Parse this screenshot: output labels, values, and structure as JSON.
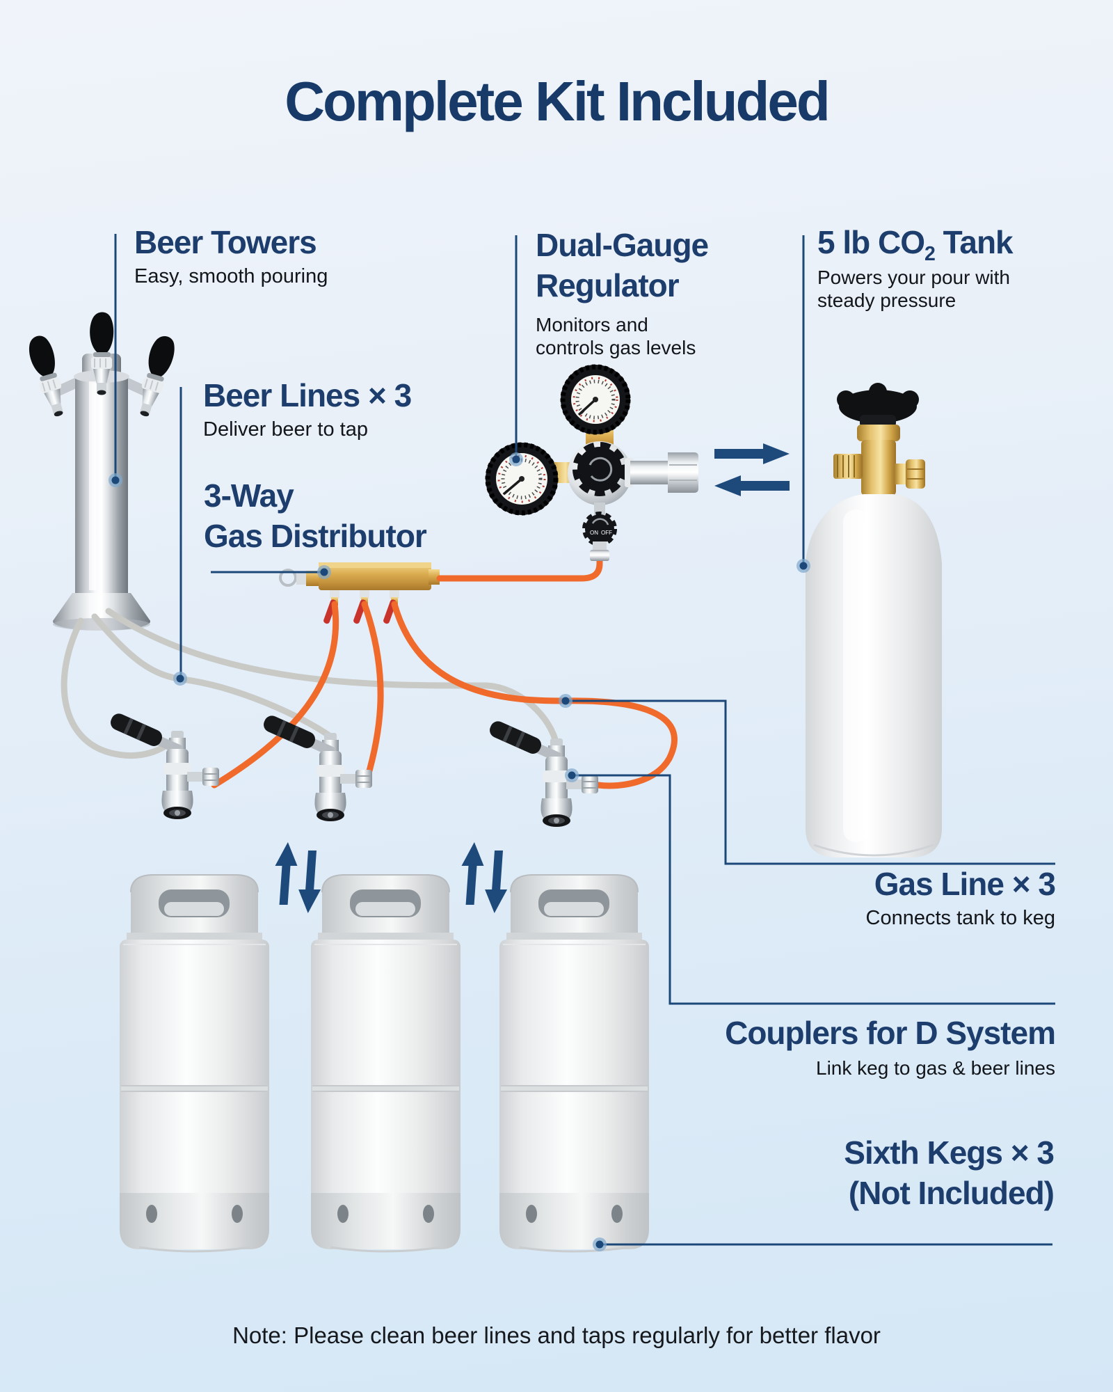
{
  "title": "Complete Kit Included",
  "labels": {
    "beer_towers": {
      "heading": "Beer Towers",
      "subtitle": "Easy, smooth pouring"
    },
    "beer_lines": {
      "heading": "Beer Lines × 3",
      "subtitle": "Deliver beer to tap"
    },
    "gas_distributor": {
      "heading_line1": "3-Way",
      "heading_line2": "Gas Distributor"
    },
    "regulator": {
      "heading_line1": "Dual-Gauge",
      "heading_line2": "Regulator",
      "subtitle_line1": "Monitors and",
      "subtitle_line2": "controls gas levels",
      "valve_on": "ON",
      "valve_off": "OFF"
    },
    "co2_tank": {
      "heading_pre": "5 lb CO",
      "heading_sub": "2",
      "heading_post": " Tank",
      "subtitle_line1": "Powers your pour with",
      "subtitle_line2": "steady pressure"
    },
    "gas_line": {
      "heading": "Gas Line × 3",
      "subtitle": "Connects tank to keg"
    },
    "couplers": {
      "heading": "Couplers for D System",
      "subtitle": "Link keg to gas & beer lines"
    },
    "sixth_kegs": {
      "heading_line1": "Sixth Kegs × 3",
      "heading_line2": "(Not Included)"
    }
  },
  "note": "Note: Please clean beer lines and taps regularly for better flavor",
  "colors": {
    "title": "#183a68",
    "heading": "#1d3e6d",
    "body_text": "#121519",
    "leader_line": "#1b4878",
    "hose_orange": "#f06a2c",
    "hose_gray": "#c9c9c6",
    "manifold_brass": "#dcae52",
    "valve_red": "#c8332c",
    "arrow_navy": "#1d4a7b",
    "background_top": "#f0f4fa",
    "background_bottom": "#d5e7f6"
  }
}
